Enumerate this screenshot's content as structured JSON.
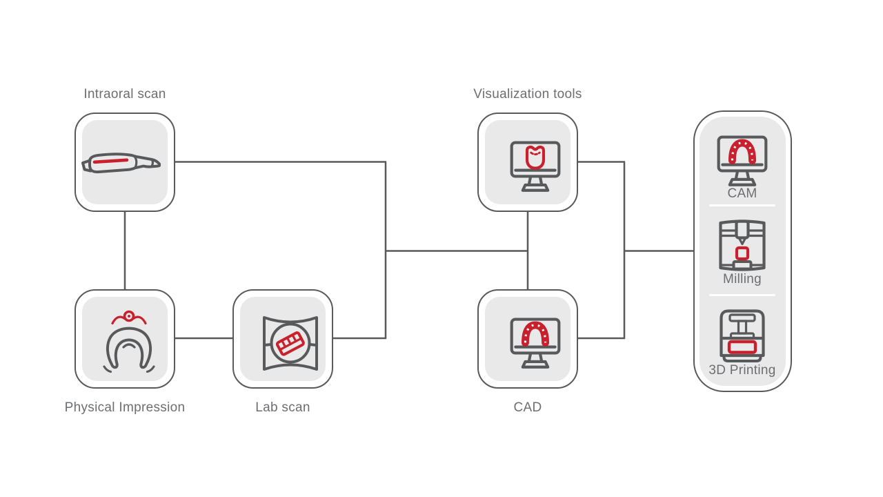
{
  "palette": {
    "outline_gray": "#58595b",
    "label_gray": "#6d6e71",
    "accent_red": "#c9202e",
    "node_fill": "#e9e9ea",
    "divider_white": "#ffffff",
    "background": "#ffffff"
  },
  "nodes": {
    "intraoral": {
      "label": "Intraoral scan",
      "icon": "intraoral-scanner-icon",
      "label_position": "top"
    },
    "physical": {
      "label": "Physical Impression",
      "icon": "dental-impression-icon",
      "label_position": "bottom"
    },
    "labscan": {
      "label": "Lab scan",
      "icon": "lab-scanner-icon",
      "label_position": "bottom"
    },
    "visualization": {
      "label": "Visualization tools",
      "icon": "monitor-tooth-icon",
      "label_position": "top"
    },
    "cad": {
      "label": "CAD",
      "icon": "monitor-arch-icon",
      "label_position": "bottom"
    }
  },
  "panel": {
    "items": [
      {
        "label": "CAM",
        "icon": "cam-monitor-arch-icon"
      },
      {
        "label": "Milling",
        "icon": "milling-machine-icon"
      },
      {
        "label": "3D Printing",
        "icon": "3d-printer-icon"
      }
    ]
  }
}
